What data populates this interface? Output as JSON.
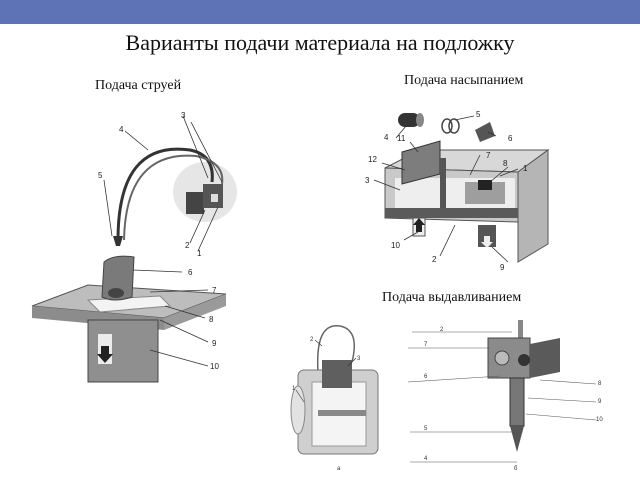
{
  "header": {
    "bar_color": "#5d73b6"
  },
  "title": "Варианты подачи материала на подложку",
  "sections": {
    "jet": {
      "label": "Подача струей",
      "callouts": [
        "1",
        "2",
        "3",
        "4",
        "5",
        "6",
        "7",
        "8",
        "9",
        "10"
      ]
    },
    "powder": {
      "label": "Подача насыпанием",
      "callouts": [
        "1",
        "2",
        "3",
        "4",
        "5",
        "6",
        "7",
        "8",
        "9",
        "10",
        "11",
        "12"
      ]
    },
    "extrusion": {
      "label": "Подача выдавливанием",
      "callouts_a": [
        "1",
        "2",
        "3"
      ],
      "callouts_b": [
        "2",
        "7",
        "6",
        "5",
        "4",
        "8",
        "9",
        "10"
      ],
      "sub_a": "а",
      "sub_b": "б"
    }
  }
}
